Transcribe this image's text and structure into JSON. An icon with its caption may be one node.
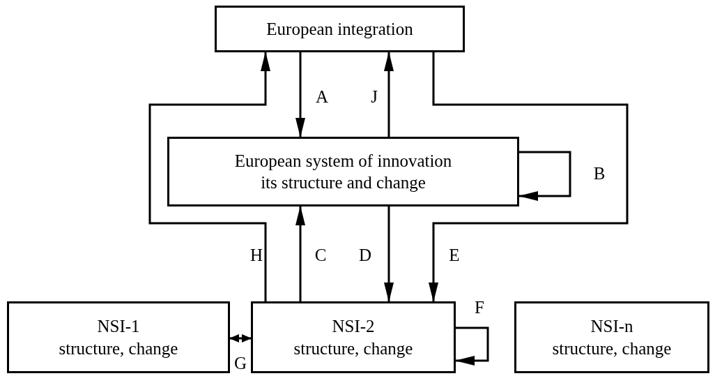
{
  "diagram": {
    "nodes": [
      {
        "text": [
          "European integration"
        ]
      },
      {
        "text": [
          "European system of innovation its structure and change"
        ]
      },
      {
        "text": [
          "NSI-1",
          "structure, change"
        ]
      },
      {
        "text": [
          "NSI-2",
          "structure, change"
        ]
      },
      {
        "text": [
          "NSI-n",
          "structure, change"
        ]
      }
    ],
    "edges": [
      {
        "from": 0,
        "to": 1,
        "arrow": "to",
        "label": "A"
      },
      {
        "from": 1,
        "to": 0,
        "arrow": "to",
        "label": "J"
      },
      {
        "from": 1,
        "to": 1,
        "arrow": "to",
        "label": "B"
      },
      {
        "from": 3,
        "to": 0,
        "arrow": "to",
        "label": "H"
      },
      {
        "from": 3,
        "to": 1,
        "arrow": "to",
        "label": "C"
      },
      {
        "from": 1,
        "to": 3,
        "arrow": "to",
        "label": "D"
      },
      {
        "from": 0,
        "to": 3,
        "arrow": "to",
        "label": "E"
      },
      {
        "from": 3,
        "to": 3,
        "arrow": "to",
        "label": "F"
      },
      {
        "from": 2,
        "to": 3,
        "arrow": "both",
        "label": "G"
      }
    ]
  }
}
